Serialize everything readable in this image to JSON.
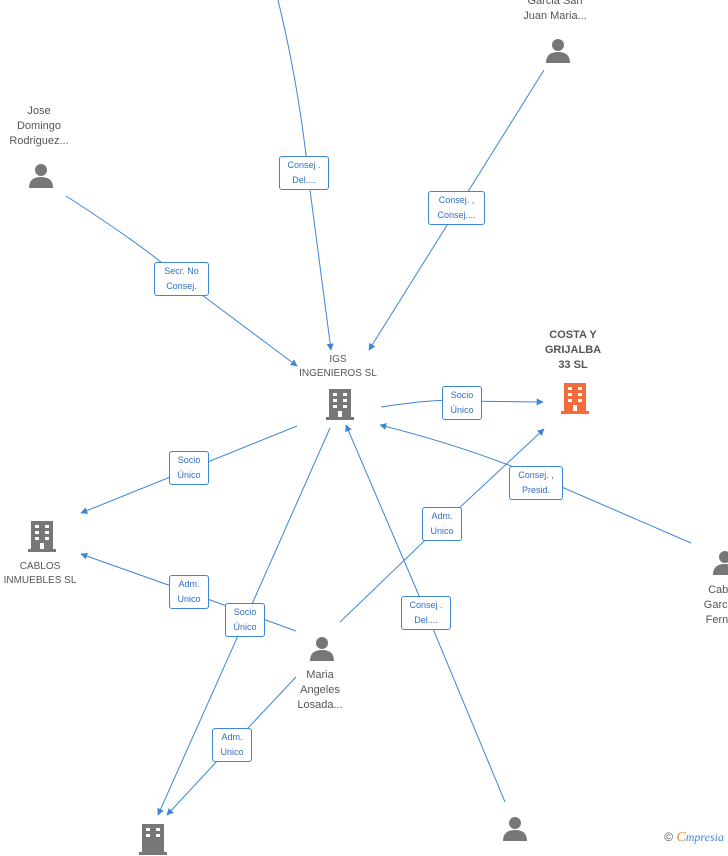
{
  "nodes": {
    "igs": {
      "label": "IGS\nINGENIEROS SL",
      "type": "company"
    },
    "costa": {
      "label": "COSTA Y\nGRIJALBA\n33  SL",
      "type": "company-focus",
      "color": "#f26b3a"
    },
    "cablos": {
      "label": "CABLOS\nINMUEBLES  SL",
      "type": "company"
    },
    "bottom_company": {
      "label": "",
      "type": "company"
    },
    "jose": {
      "label": "Jose\nDomingo\nRodriguez...",
      "type": "person"
    },
    "garcia": {
      "label": "Garcia San\nJuan Maria...",
      "type": "person"
    },
    "maria": {
      "label": "Maria\nAngeles\nLosada...",
      "type": "person"
    },
    "cabr": {
      "label": "Cabr\nGarcia\nFerna",
      "type": "person"
    },
    "bottom_person": {
      "label": "",
      "type": "person"
    }
  },
  "edges": {
    "e1": "Consej .\nDel....",
    "e2": "Consej. ,\nConsej....",
    "e3": "Secr.  No\nConsej.",
    "e4": "Socio\nÚnico",
    "e5": "Socio\nÚnico",
    "e6": "Consej. ,\nPresid.",
    "e7": "Adm.\nUnico",
    "e8": "Adm.\nUnico",
    "e9": "Socio\nÚnico",
    "e10": "Consej .\nDel....",
    "e11": "Adm.\nUnico"
  },
  "footer": {
    "copyright": "©",
    "brand_first": "C",
    "brand_rest": "mpresia"
  },
  "colors": {
    "edge": "#3d86d6",
    "node": "#777777",
    "focus": "#f26b3a"
  }
}
